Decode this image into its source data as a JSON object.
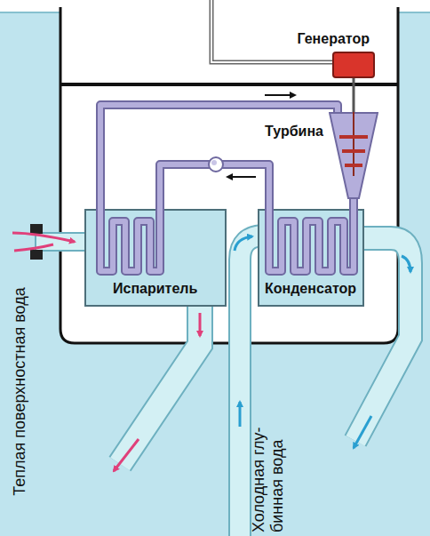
{
  "diagram": {
    "nodes": [
      {
        "text": [
          "Генератор"
        ]
      },
      {
        "text": [
          "Турбина"
        ]
      },
      {
        "text": [
          "Испаритель"
        ]
      },
      {
        "text": [
          "Конденсатор"
        ]
      }
    ],
    "edges": [
      {
        "from": 2,
        "to": 1,
        "arrow": "none"
      },
      {
        "from": 1,
        "to": 3,
        "arrow": "none"
      },
      {
        "from": 3,
        "to": 2,
        "arrow": "none"
      },
      {
        "from": 0,
        "to": 1,
        "arrow": "none"
      }
    ],
    "labels": [
      "Теплая поверхностная вода",
      "Холодная глу- бинная вода"
    ]
  }
}
